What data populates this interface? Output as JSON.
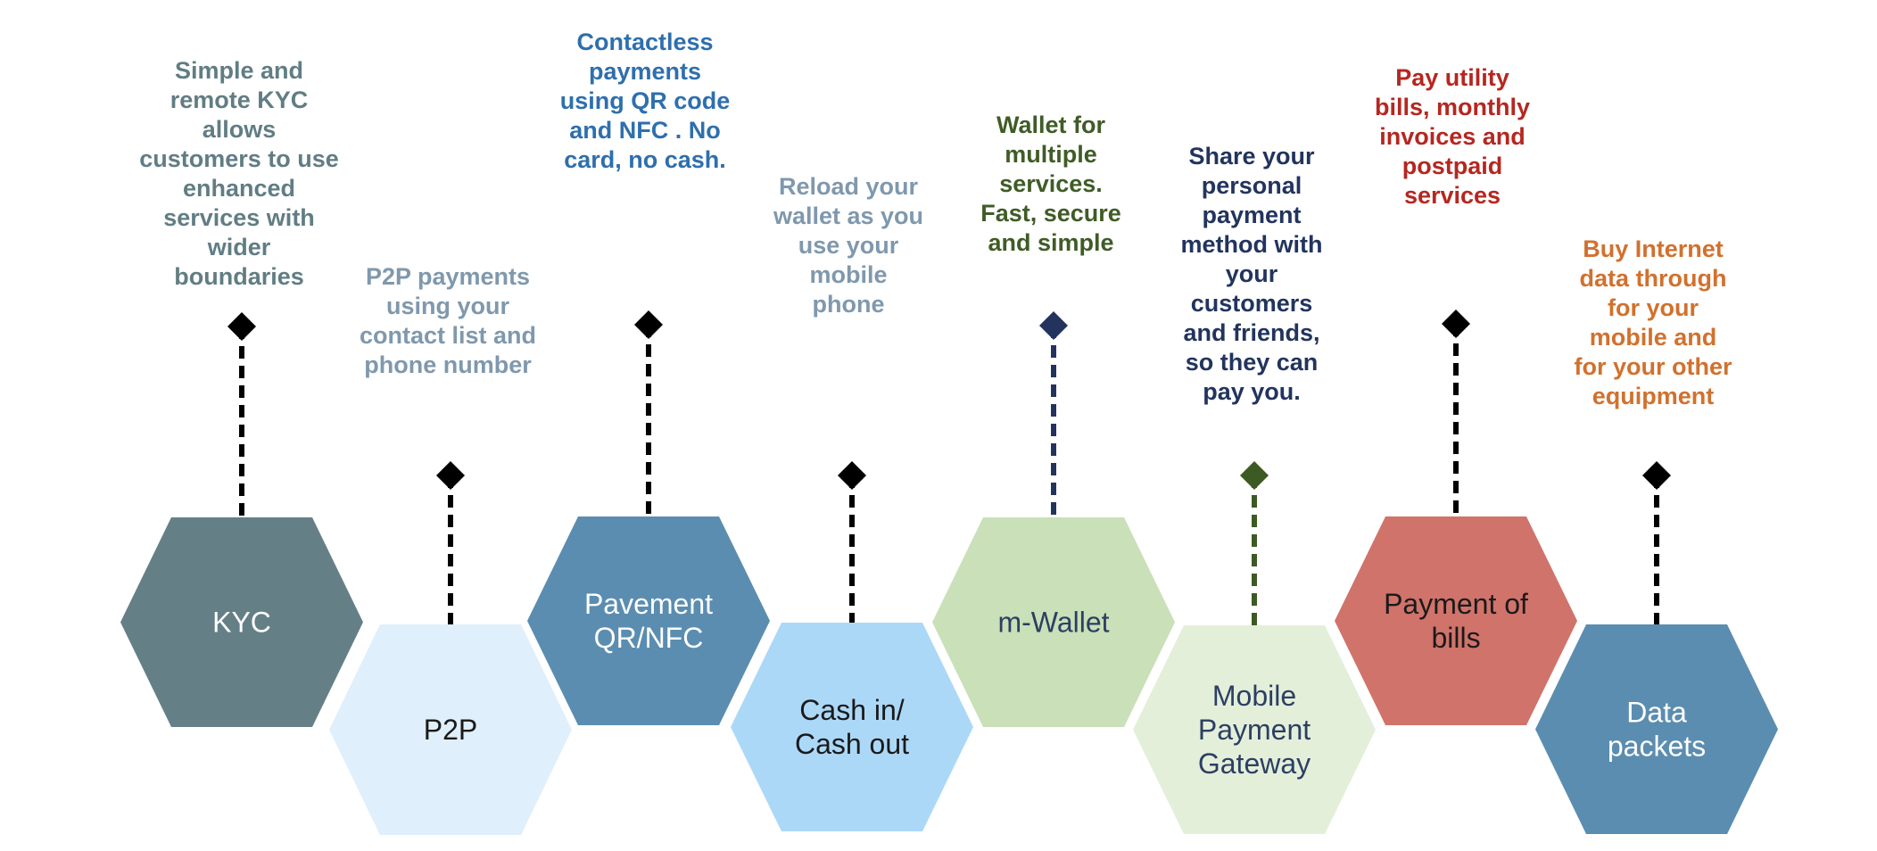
{
  "diagram": {
    "items": [
      {
        "id": "kyc",
        "label": [
          "KYC"
        ],
        "description": [
          "Simple and",
          "remote KYC",
          "allows",
          "customers to use",
          "enhanced",
          "services with",
          "wider",
          "boundaries"
        ],
        "hex_color": "#657f87",
        "label_color": "#ffffff",
        "desc_color": "#617d84",
        "connector_color": "#000000",
        "row": "upper"
      },
      {
        "id": "p2p",
        "label": [
          "P2P"
        ],
        "description": [
          "P2P payments",
          "using your",
          "contact list and",
          "phone number"
        ],
        "hex_color": "#dfeffb",
        "label_color": "#1a1a1a",
        "desc_color": "#7f98ad",
        "connector_color": "#000000",
        "row": "lower"
      },
      {
        "id": "qr-nfc",
        "label": [
          "Pavement",
          "QR/NFC"
        ],
        "description": [
          "Contactless",
          "payments",
          "using QR code",
          "and NFC . No",
          "card, no cash."
        ],
        "hex_color": "#5b8db0",
        "label_color": "#ffffff",
        "desc_color": "#2e6fad",
        "connector_color": "#000000",
        "row": "upper"
      },
      {
        "id": "cash",
        "label": [
          "Cash in/",
          "Cash out"
        ],
        "description": [
          "Reload your",
          "wallet as you",
          "use your",
          "mobile",
          "phone"
        ],
        "hex_color": "#acd8f8",
        "label_color": "#1a1a1a",
        "desc_color": "#7f98ad",
        "connector_color": "#000000",
        "row": "lower"
      },
      {
        "id": "mwallet",
        "label": [
          "m-Wallet"
        ],
        "description": [
          "Wallet for",
          "multiple",
          "services.",
          "Fast, secure",
          "and simple"
        ],
        "hex_color": "#c9e0b8",
        "label_color": "#2c3f63",
        "desc_color": "#3f5c26",
        "connector_color": "#22345e",
        "row": "upper"
      },
      {
        "id": "gateway",
        "label": [
          "Mobile",
          "Payment",
          "Gateway"
        ],
        "description": [
          "Share your",
          "personal",
          "payment",
          "method with",
          "your",
          "customers",
          "and friends,",
          "so they can",
          "pay you."
        ],
        "hex_color": "#e4efda",
        "label_color": "#2c3f63",
        "desc_color": "#22345e",
        "connector_color": "#3d5a24",
        "row": "lower"
      },
      {
        "id": "bills",
        "label": [
          "Payment of",
          "bills"
        ],
        "description": [
          "Pay utility",
          "bills, monthly",
          "invoices and",
          "postpaid",
          "services"
        ],
        "hex_color": "#d0736a",
        "label_color": "#1a1a1a",
        "desc_color": "#b52720",
        "connector_color": "#000000",
        "row": "upper"
      },
      {
        "id": "data",
        "label": [
          "Data",
          "packets"
        ],
        "description": [
          "Buy Internet",
          "data through",
          "for your",
          "mobile and",
          "for your other",
          "equipment"
        ],
        "hex_color": "#5b8db0",
        "label_color": "#ffffff",
        "desc_color": "#d1712e",
        "connector_color": "#000000",
        "row": "lower"
      }
    ]
  }
}
